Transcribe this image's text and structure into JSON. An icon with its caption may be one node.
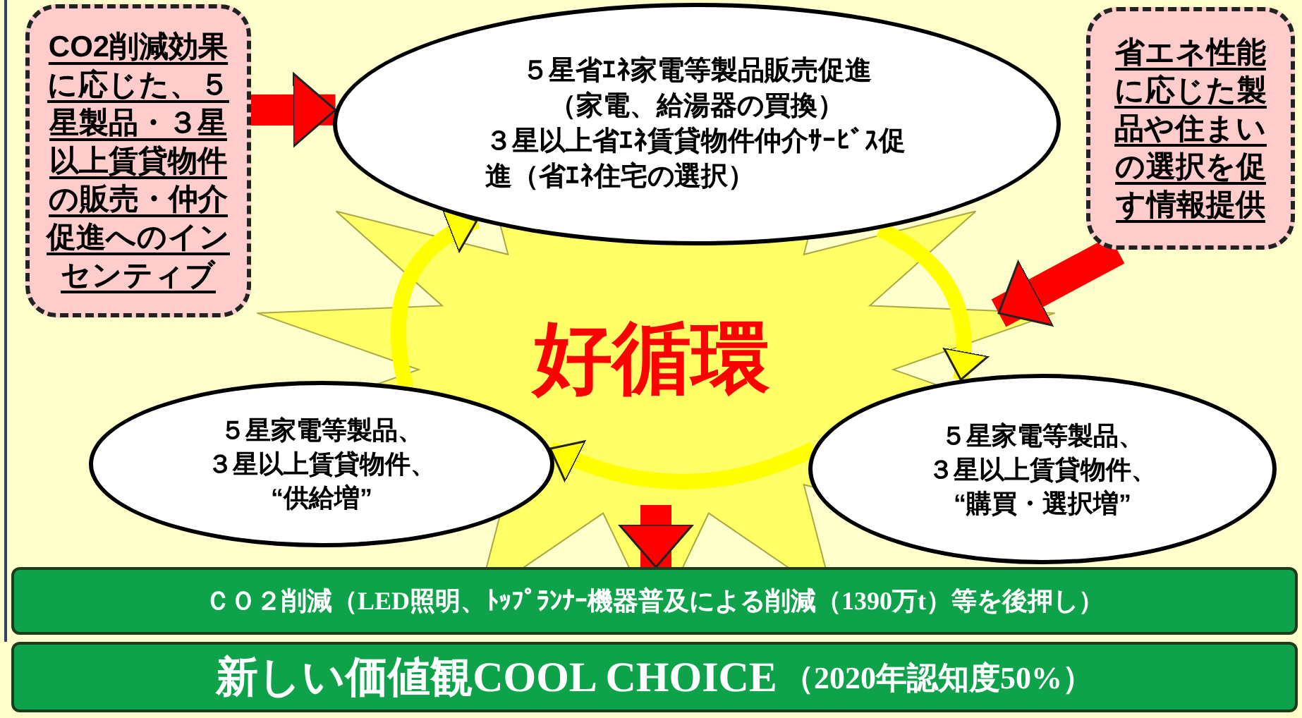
{
  "diagram": {
    "nodes": [
      {
        "text": [
          "CO2削減効果に応じた、５星製品・３星以上賃貸物件の販売・仲介促進へのインセンティブ"
        ]
      },
      {
        "text": [
          "５星省ｴﾈ家電等製品販売促進",
          "（家電、給湯器の買換）",
          "３星以上省ｴﾈ賃貸物件仲介ｻｰﾋﾞｽ促進（省ｴﾈ住宅の選択）"
        ]
      },
      {
        "text": [
          "省エネ性能に応じた製品や住まいの選択を促す情報提供"
        ]
      },
      {
        "text": [
          "５星家電等製品、",
          "３星以上賃貸物件、",
          "“供給増”"
        ]
      },
      {
        "text": [
          "５星家電等製品、",
          "３星以上賃貸物件、",
          "“購買・選択増”"
        ]
      },
      {
        "text": [
          "ＣＯ２削減（LED照明、ﾄｯﾌﾟﾗﾝﾅｰ機器普及による削減（1390万t）等を後押し）"
        ]
      },
      {
        "text": [
          "新しい価値観COOL CHOICE",
          "（2020年認知度50%）"
        ]
      }
    ],
    "edges": [
      {
        "from": 0,
        "to": 1,
        "arrow": "to",
        "style": "thick",
        "color": "#ff0000"
      },
      {
        "from": 2,
        "to": null,
        "arrow": "to",
        "style": "thick",
        "color": "#ff0000"
      },
      {
        "from": 1,
        "to": 4,
        "arrow": "to",
        "color": "#ffff00"
      },
      {
        "from": 4,
        "to": 3,
        "arrow": "to",
        "color": "#ffff00"
      },
      {
        "from": 3,
        "to": 1,
        "arrow": "to",
        "color": "#ffff00"
      },
      {
        "from": null,
        "to": 5,
        "arrow": "to",
        "style": "thick",
        "color": "#ff0000"
      }
    ],
    "labels": [
      "好循環"
    ]
  }
}
